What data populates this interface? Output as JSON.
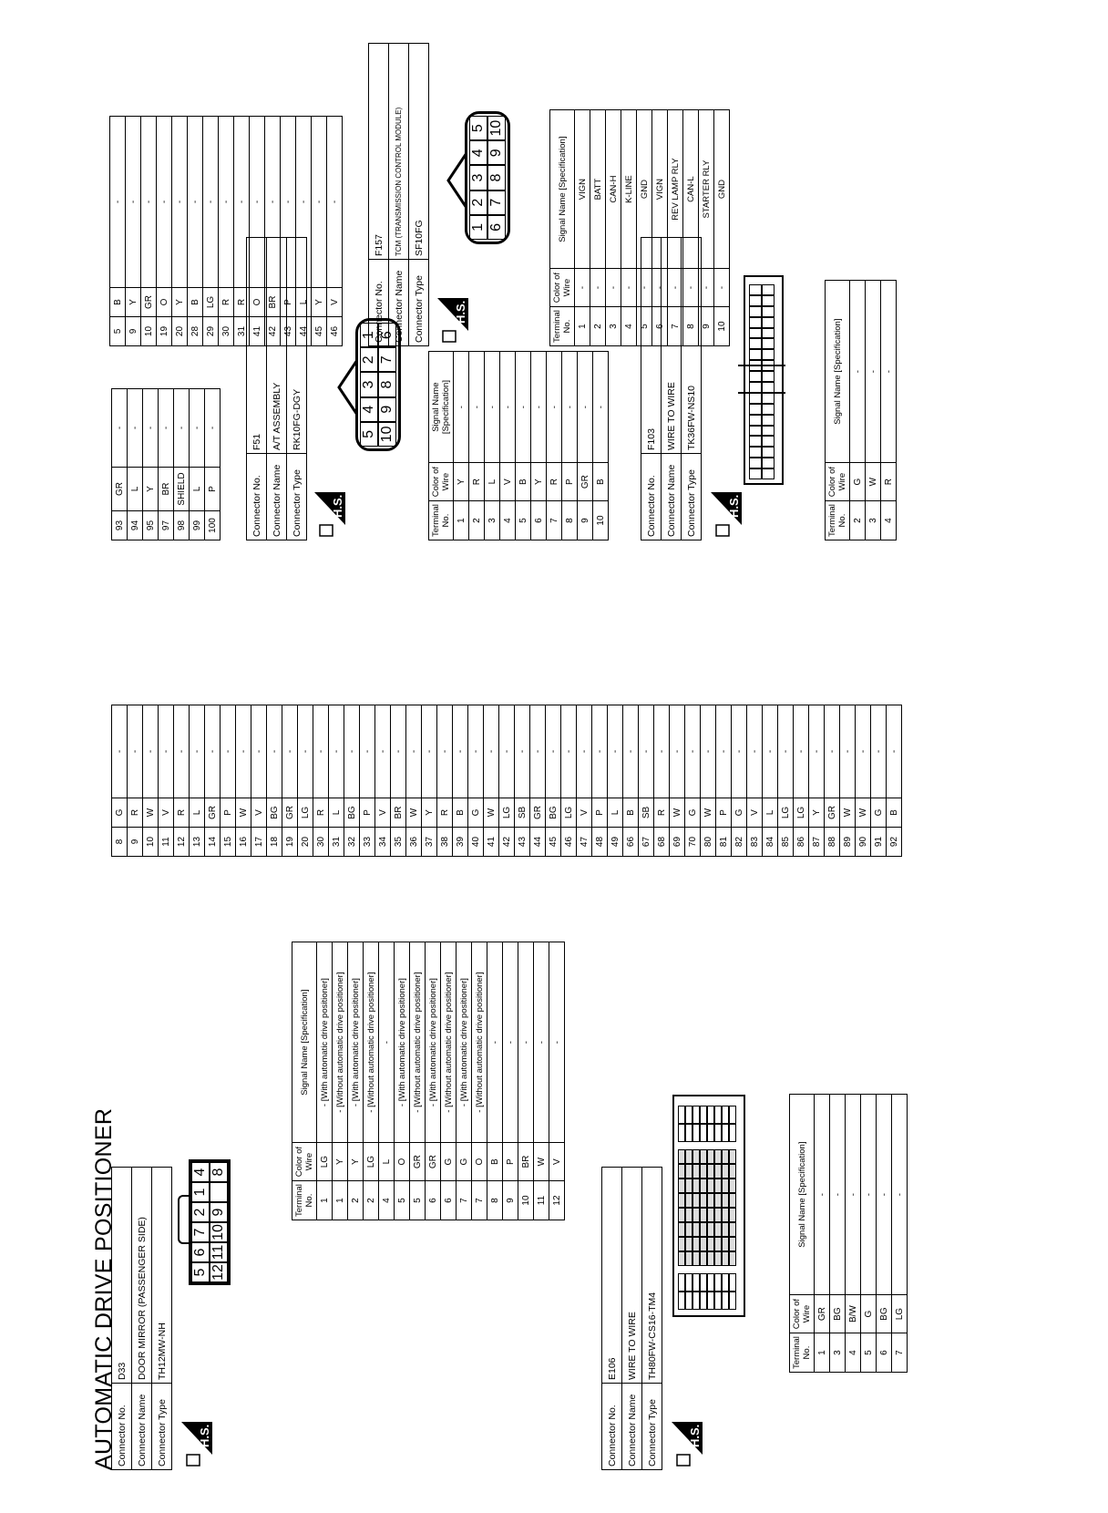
{
  "page_title": "AUTOMATIC DRIVE POSITIONER",
  "header_labels": {
    "connector_no": "Connector No.",
    "connector_name": "Connector Name",
    "connector_type": "Connector Type",
    "terminal_no": "Terminal No.",
    "color_of_wire": "Color of Wire",
    "signal_name": "Signal Name [Specification]",
    "hs": "H.S."
  },
  "connectors": {
    "d33": {
      "no": "D33",
      "name": "DOOR MIRROR (PASSENGER SIDE)",
      "type": "TH12MW-NH",
      "pin_cells": [
        "5",
        "6",
        "7",
        "2",
        "1",
        "4",
        "12",
        "11",
        "10",
        "9",
        "",
        "8"
      ],
      "rows": [
        {
          "t": "1",
          "c": "LG",
          "s": "- [With automatic drive positioner]"
        },
        {
          "t": "1",
          "c": "Y",
          "s": "- [Without automatic drive positioner]"
        },
        {
          "t": "2",
          "c": "Y",
          "s": "- [With automatic drive positioner]"
        },
        {
          "t": "2",
          "c": "LG",
          "s": "- [Without automatic drive positioner]"
        },
        {
          "t": "4",
          "c": "L",
          "s": "-"
        },
        {
          "t": "5",
          "c": "O",
          "s": "- [With automatic drive positioner]"
        },
        {
          "t": "5",
          "c": "GR",
          "s": "- [Without automatic drive positioner]"
        },
        {
          "t": "6",
          "c": "GR",
          "s": "- [With automatic drive positioner]"
        },
        {
          "t": "6",
          "c": "G",
          "s": "- [Without automatic drive positioner]"
        },
        {
          "t": "7",
          "c": "G",
          "s": "- [With automatic drive positioner]"
        },
        {
          "t": "7",
          "c": "O",
          "s": "- [Without automatic drive positioner]"
        },
        {
          "t": "8",
          "c": "B",
          "s": "-"
        },
        {
          "t": "9",
          "c": "P",
          "s": "-"
        },
        {
          "t": "10",
          "c": "BR",
          "s": "-"
        },
        {
          "t": "11",
          "c": "W",
          "s": "-"
        },
        {
          "t": "12",
          "c": "V",
          "s": "-"
        }
      ]
    },
    "e106": {
      "no": "E106",
      "name": "WIRE TO WIRE",
      "type": "TH80FW-CS16-TM4",
      "rows": [
        {
          "t": "1",
          "c": "GR",
          "s": "-"
        },
        {
          "t": "3",
          "c": "BG",
          "s": "-"
        },
        {
          "t": "4",
          "c": "B/W",
          "s": "-"
        },
        {
          "t": "5",
          "c": "G",
          "s": "-"
        },
        {
          "t": "6",
          "c": "BG",
          "s": "-"
        },
        {
          "t": "7",
          "c": "LG",
          "s": "-"
        }
      ],
      "continued_rows": [
        {
          "t": "8",
          "c": "G",
          "s": "-"
        },
        {
          "t": "9",
          "c": "R",
          "s": "-"
        },
        {
          "t": "10",
          "c": "W",
          "s": "-"
        },
        {
          "t": "11",
          "c": "V",
          "s": "-"
        },
        {
          "t": "12",
          "c": "R",
          "s": "-"
        },
        {
          "t": "13",
          "c": "L",
          "s": "-"
        },
        {
          "t": "14",
          "c": "GR",
          "s": "-"
        },
        {
          "t": "15",
          "c": "P",
          "s": "-"
        },
        {
          "t": "16",
          "c": "W",
          "s": "-"
        },
        {
          "t": "17",
          "c": "V",
          "s": "-"
        },
        {
          "t": "18",
          "c": "BG",
          "s": "-"
        },
        {
          "t": "19",
          "c": "GR",
          "s": "-"
        },
        {
          "t": "20",
          "c": "LG",
          "s": "-"
        },
        {
          "t": "30",
          "c": "R",
          "s": "-"
        },
        {
          "t": "31",
          "c": "L",
          "s": "-"
        },
        {
          "t": "32",
          "c": "BG",
          "s": "-"
        },
        {
          "t": "33",
          "c": "P",
          "s": "-"
        },
        {
          "t": "34",
          "c": "V",
          "s": "-"
        },
        {
          "t": "35",
          "c": "BR",
          "s": "-"
        },
        {
          "t": "36",
          "c": "W",
          "s": "-"
        },
        {
          "t": "37",
          "c": "Y",
          "s": "-"
        },
        {
          "t": "38",
          "c": "R",
          "s": "-"
        },
        {
          "t": "39",
          "c": "B",
          "s": "-"
        },
        {
          "t": "40",
          "c": "G",
          "s": "-"
        },
        {
          "t": "41",
          "c": "W",
          "s": "-"
        },
        {
          "t": "42",
          "c": "LG",
          "s": "-"
        },
        {
          "t": "43",
          "c": "SB",
          "s": "-"
        },
        {
          "t": "44",
          "c": "GR",
          "s": "-"
        },
        {
          "t": "45",
          "c": "BG",
          "s": "-"
        },
        {
          "t": "46",
          "c": "LG",
          "s": "-"
        },
        {
          "t": "47",
          "c": "V",
          "s": "-"
        },
        {
          "t": "48",
          "c": "P",
          "s": "-"
        },
        {
          "t": "49",
          "c": "L",
          "s": "-"
        },
        {
          "t": "66",
          "c": "B",
          "s": "-"
        },
        {
          "t": "67",
          "c": "SB",
          "s": "-"
        },
        {
          "t": "68",
          "c": "R",
          "s": "-"
        },
        {
          "t": "69",
          "c": "W",
          "s": "-"
        },
        {
          "t": "70",
          "c": "G",
          "s": "-"
        },
        {
          "t": "80",
          "c": "W",
          "s": "-"
        },
        {
          "t": "81",
          "c": "P",
          "s": "-"
        },
        {
          "t": "82",
          "c": "G",
          "s": "-"
        },
        {
          "t": "83",
          "c": "V",
          "s": "-"
        },
        {
          "t": "84",
          "c": "L",
          "s": "-"
        },
        {
          "t": "85",
          "c": "LG",
          "s": "-"
        },
        {
          "t": "86",
          "c": "LG",
          "s": "-"
        },
        {
          "t": "87",
          "c": "Y",
          "s": "-"
        },
        {
          "t": "88",
          "c": "GR",
          "s": "-"
        },
        {
          "t": "89",
          "c": "W",
          "s": "-"
        },
        {
          "t": "90",
          "c": "W",
          "s": "-"
        },
        {
          "t": "91",
          "c": "G",
          "s": "-"
        },
        {
          "t": "92",
          "c": "B",
          "s": "-"
        }
      ],
      "continued_rows_2": [
        {
          "t": "93",
          "c": "GR",
          "s": "-"
        },
        {
          "t": "94",
          "c": "L",
          "s": "-"
        },
        {
          "t": "95",
          "c": "Y",
          "s": "-"
        },
        {
          "t": "97",
          "c": "BR",
          "s": "-"
        },
        {
          "t": "98",
          "c": "SHIELD",
          "s": "-"
        },
        {
          "t": "99",
          "c": "L",
          "s": "-"
        },
        {
          "t": "100",
          "c": "P",
          "s": "-"
        }
      ]
    },
    "f51": {
      "no": "F51",
      "name": "A/T ASSEMBLY",
      "type": "RK10FG-DGY",
      "pin_cells": [
        "5",
        "4",
        "3",
        "2",
        "1",
        "10",
        "9",
        "8",
        "7",
        "6"
      ],
      "rows": [
        {
          "t": "1",
          "c": "Y",
          "s": "-"
        },
        {
          "t": "2",
          "c": "R",
          "s": "-"
        },
        {
          "t": "3",
          "c": "L",
          "s": "-"
        },
        {
          "t": "4",
          "c": "V",
          "s": "-"
        },
        {
          "t": "5",
          "c": "B",
          "s": "-"
        },
        {
          "t": "6",
          "c": "Y",
          "s": "-"
        },
        {
          "t": "7",
          "c": "R",
          "s": "-"
        },
        {
          "t": "8",
          "c": "P",
          "s": "-"
        },
        {
          "t": "9",
          "c": "GR",
          "s": "-"
        },
        {
          "t": "10",
          "c": "B",
          "s": "-"
        }
      ]
    },
    "f103": {
      "no": "F103",
      "name": "WIRE TO WIRE",
      "type": "TK36FW-NS10",
      "rows": [
        {
          "t": "2",
          "c": "G",
          "s": "-"
        },
        {
          "t": "3",
          "c": "W",
          "s": "-"
        },
        {
          "t": "4",
          "c": "R",
          "s": "-"
        }
      ],
      "continued_rows": [
        {
          "t": "5",
          "c": "B",
          "s": "-"
        },
        {
          "t": "9",
          "c": "Y",
          "s": "-"
        },
        {
          "t": "10",
          "c": "GR",
          "s": "-"
        },
        {
          "t": "19",
          "c": "O",
          "s": "-"
        },
        {
          "t": "20",
          "c": "Y",
          "s": "-"
        },
        {
          "t": "28",
          "c": "B",
          "s": "-"
        },
        {
          "t": "29",
          "c": "LG",
          "s": "-"
        },
        {
          "t": "30",
          "c": "R",
          "s": "-"
        },
        {
          "t": "31",
          "c": "R",
          "s": "-"
        },
        {
          "t": "41",
          "c": "O",
          "s": "-"
        },
        {
          "t": "42",
          "c": "BR",
          "s": "-"
        },
        {
          "t": "43",
          "c": "P",
          "s": "-"
        },
        {
          "t": "44",
          "c": "L",
          "s": "-"
        },
        {
          "t": "45",
          "c": "Y",
          "s": "-"
        },
        {
          "t": "46",
          "c": "V",
          "s": "-"
        }
      ]
    },
    "f157": {
      "no": "F157",
      "name": "TCM (TRANSMISSION CONTROL MODULE)",
      "type": "SF10FG",
      "pin_cells": [
        "1",
        "2",
        "3",
        "4",
        "5",
        "6",
        "7",
        "8",
        "9",
        "10"
      ],
      "rows": [
        {
          "t": "1",
          "c": "-",
          "s": "VIGN"
        },
        {
          "t": "2",
          "c": "-",
          "s": "BATT"
        },
        {
          "t": "3",
          "c": "-",
          "s": "CAN-H"
        },
        {
          "t": "4",
          "c": "-",
          "s": "K-LINE"
        },
        {
          "t": "5",
          "c": "-",
          "s": "GND"
        },
        {
          "t": "6",
          "c": "-",
          "s": "VIGN"
        },
        {
          "t": "7",
          "c": "-",
          "s": "REV LAMP RLY"
        },
        {
          "t": "8",
          "c": "-",
          "s": "CAN-L"
        },
        {
          "t": "9",
          "c": "-",
          "s": "STARTER RLY"
        },
        {
          "t": "10",
          "c": "-",
          "s": "GND"
        }
      ]
    }
  }
}
